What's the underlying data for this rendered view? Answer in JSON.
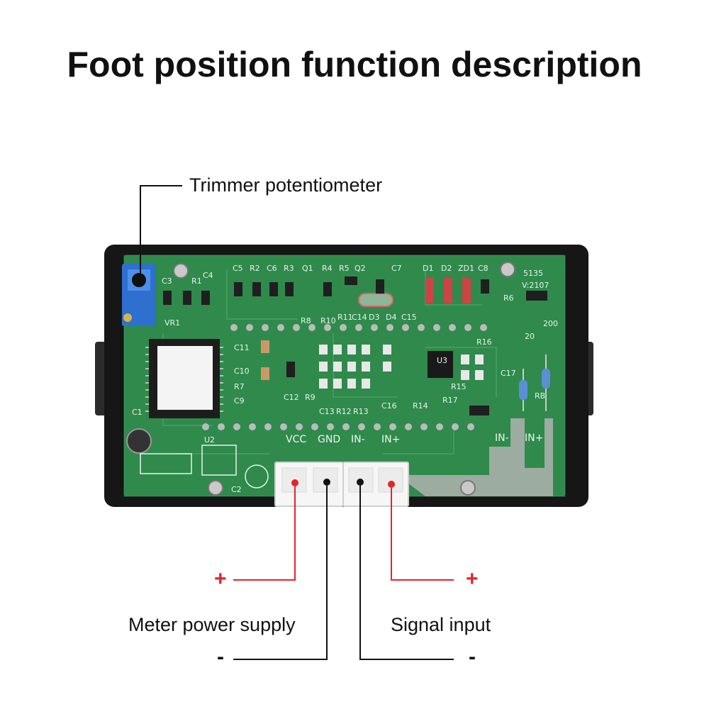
{
  "title": "Foot position function description",
  "callouts": {
    "trimmer": "Trimmer potentiometer",
    "power": "Meter power supply",
    "signal": "Signal input",
    "plus_sign": "+",
    "minus_sign": "-"
  },
  "board": {
    "model": "5135",
    "version": "V:2107",
    "pins": [
      "VCC",
      "GND",
      "IN-",
      "IN+"
    ],
    "side_labels": [
      "IN-",
      "IN+"
    ],
    "chip_labels": [
      "U2",
      "U3"
    ],
    "component_labels": [
      "C5",
      "R2",
      "C6",
      "R3",
      "Q1",
      "R4",
      "R5",
      "Q2",
      "C7",
      "D1",
      "D2",
      "ZD1",
      "C8",
      "C3",
      "R1",
      "C4",
      "VR1",
      "R8",
      "R10",
      "R11",
      "C14",
      "D3",
      "D4",
      "C15",
      "C11",
      "C10",
      "R7",
      "C9",
      "C12",
      "R9",
      "C13",
      "R12",
      "R13",
      "C16",
      "R14",
      "R17",
      "R16",
      "C17",
      "R15",
      "R6",
      "20",
      "200",
      "C1",
      "C2",
      "RB"
    ]
  },
  "colors": {
    "pcb": "#2f8a4c",
    "frame": "#161616",
    "positive": "#e3242b",
    "negative": "#111111"
  }
}
